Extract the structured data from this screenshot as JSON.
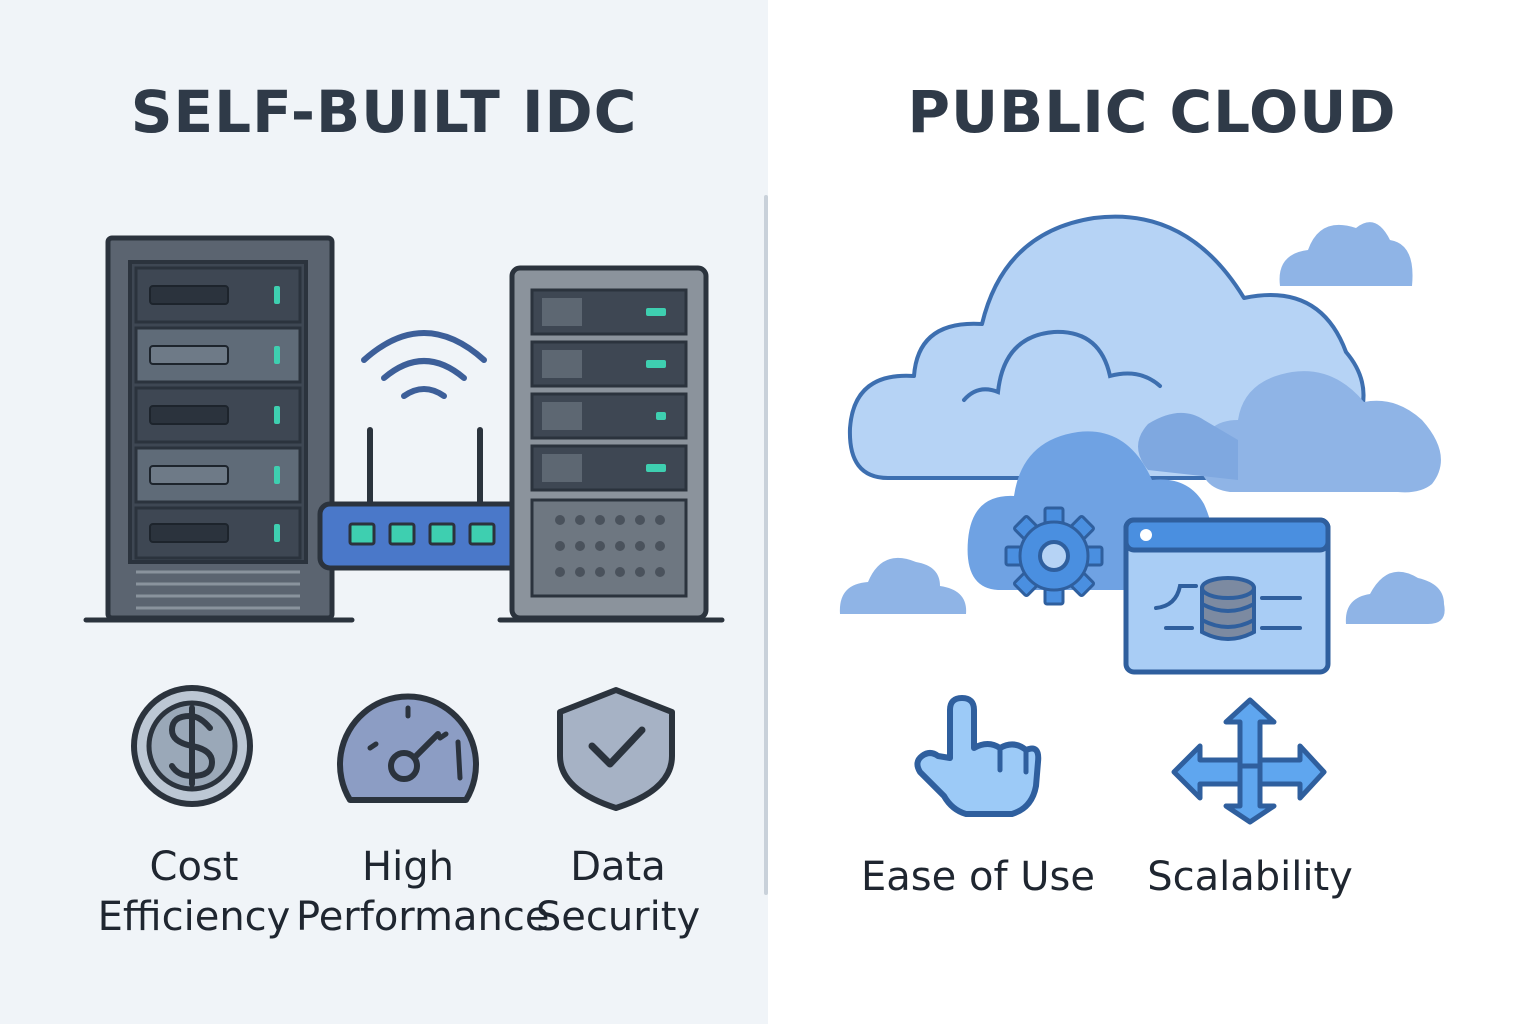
{
  "left": {
    "title": "SELF-BUILT IDC",
    "features": [
      {
        "icon": "dollar-coin-icon",
        "line1": "Cost",
        "line2": "Efficiency"
      },
      {
        "icon": "speedometer-icon",
        "line1": "High",
        "line2": "Performance"
      },
      {
        "icon": "shield-check-icon",
        "line1": "Data",
        "line2": "Security"
      }
    ]
  },
  "right": {
    "title": "PUBLIC CLOUD",
    "features": [
      {
        "icon": "pointing-hand-icon",
        "label": "Ease of Use"
      },
      {
        "icon": "four-way-arrows-icon",
        "label": "Scalability"
      }
    ]
  },
  "colors": {
    "left_background": "#f0f4f8",
    "right_background": "#ffffff",
    "dark_outline": "#2b333d",
    "server_gray": "#5b6470",
    "led_teal": "#3ecfb0",
    "router_blue": "#4a78c9",
    "cloud_light": "#b6d3f5",
    "cloud_mid": "#8cb4e8",
    "cloud_outline": "#3d6fb0",
    "accent_blue": "#4a8fe0"
  }
}
